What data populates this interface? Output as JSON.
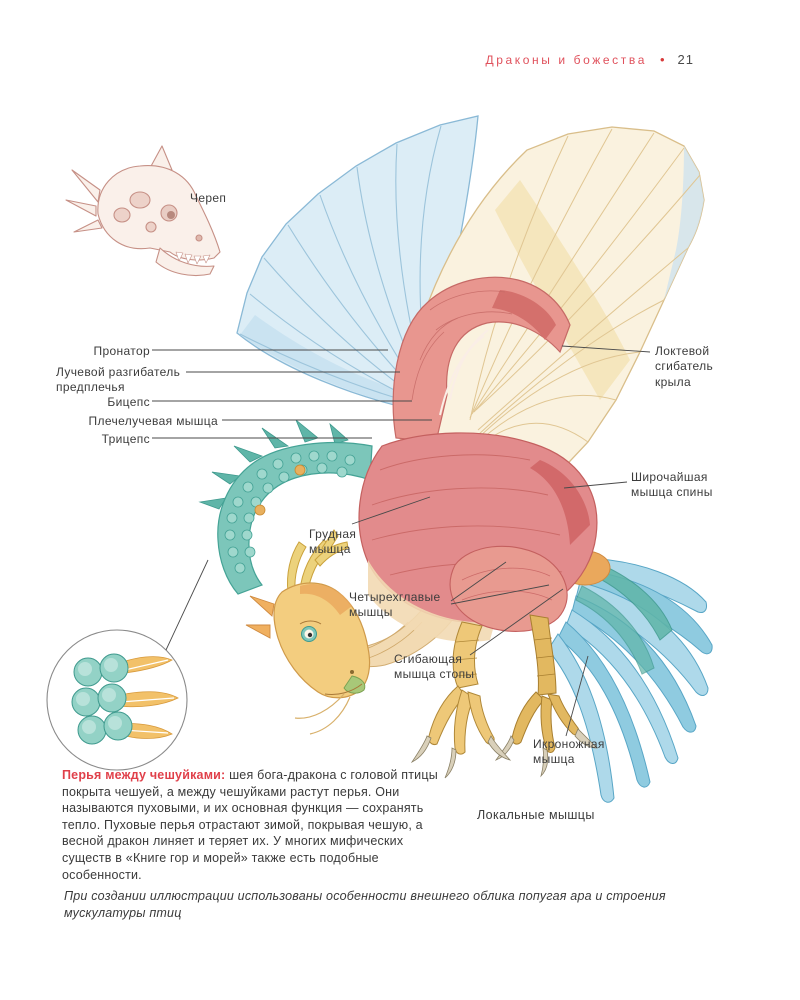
{
  "header": {
    "title": "Драконы и божества",
    "separator": "•",
    "page_number": "21"
  },
  "anatomy_labels": {
    "skull": "Череп",
    "pronator": "Пронатор",
    "radial_extensor": "Лучевой разгибатель предплечья",
    "biceps": "Бицепс",
    "brachioradial": "Плечелучевая мышца",
    "triceps": "Трицепс",
    "elbow_flexor": "Локтевой сгибатель крыла",
    "latissimus": "Широчайшая мышца спины",
    "pectoral": "Грудная мышца",
    "quadriceps": "Четырехглавые мышцы",
    "foot_flexor": "Сгибающая мышца стопы",
    "gastrocnemius": "Икроножная мышца",
    "caption": "Локальные мышцы"
  },
  "body_text": {
    "lead": "Перья между чешуйками:",
    "paragraph": " шея бога-дракона с головой птицы покрыта чешуей, а между чешуйками растут перья. Они называются пуховыми, и их основная функция — сохранять тепло. Пуховые перья отрастают зимой, покрывая чешую, а весной дракон линяет и теряет их. У многих мифических существ в «Книге гор и морей» также есть подобные особенности.",
    "footnote": "При создании иллюстрации использованы особенности внешнего облика попугая ара и строения мускулатуры птиц"
  },
  "colors": {
    "accent_red": "#e0515c",
    "wing_blue": "#dcedf6",
    "feather_cream": "#faf2df",
    "muscle_pink": "#e28b8c",
    "scale_teal": "#7cc6ba",
    "leg_yellow": "#eec878",
    "tail_blue": "#8fcbe0"
  }
}
